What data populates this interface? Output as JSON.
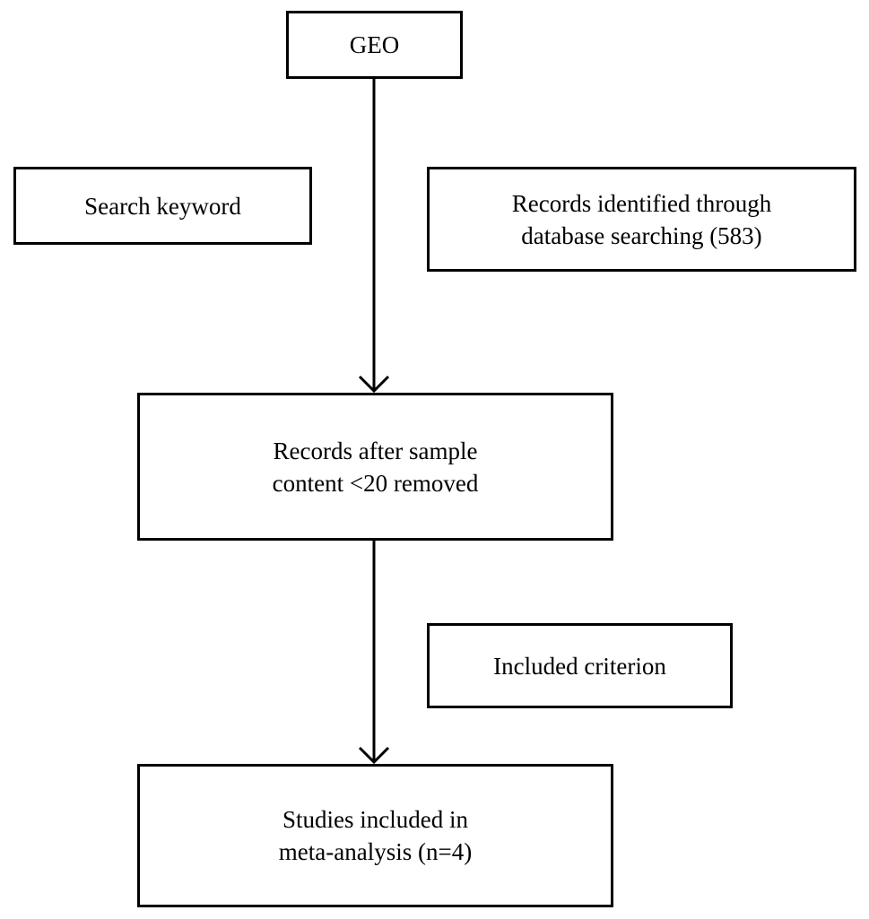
{
  "diagram": {
    "nodes": {
      "geo": {
        "label": "GEO"
      },
      "search_keyword": {
        "label": "Search keyword"
      },
      "records_identified": {
        "label": "Records identified through\ndatabase searching (583)"
      },
      "records_removed": {
        "label": "Records after sample\ncontent <20 removed"
      },
      "included_criterion": {
        "label": "Included criterion"
      },
      "studies_included": {
        "label": "Studies included in\nmeta-analysis (n=4)"
      }
    },
    "edges": [
      {
        "from": "geo",
        "to": "records_removed"
      },
      {
        "from": "records_removed",
        "to": "studies_included"
      }
    ],
    "colors": {
      "stroke": "#000000",
      "background": "#ffffff"
    }
  }
}
